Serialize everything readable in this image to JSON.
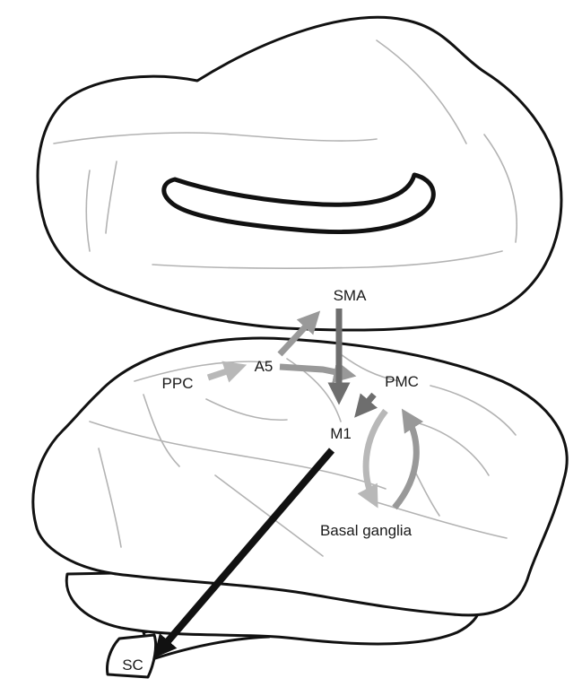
{
  "labels": {
    "sma": "SMA",
    "a5": "A5",
    "ppc": "PPC",
    "pmc": "PMC",
    "m1": "M1",
    "basal_ganglia": "Basal ganglia",
    "sc": "SC"
  },
  "colors": {
    "outline": "#111111",
    "sulcus": "#b3b3b3",
    "light_arrow": "#b8b8b8",
    "mid_arrow": "#999999",
    "dark_arrow": "#6e6e6e",
    "black_arrow": "#111111"
  },
  "connections": [
    {
      "from": "PPC",
      "to": "A5",
      "shade": "light"
    },
    {
      "from": "A5",
      "to": "SMA",
      "shade": "mid"
    },
    {
      "from": "A5",
      "to": "PMC",
      "shade": "mid"
    },
    {
      "from": "SMA",
      "to": "M1",
      "shade": "dark"
    },
    {
      "from": "PMC",
      "to": "M1",
      "shade": "dark"
    },
    {
      "from": "PMC",
      "to": "Basal ganglia",
      "shade": "light"
    },
    {
      "from": "Basal ganglia",
      "to": "PMC",
      "shade": "mid"
    },
    {
      "from": "M1",
      "to": "SC",
      "shade": "black"
    }
  ]
}
